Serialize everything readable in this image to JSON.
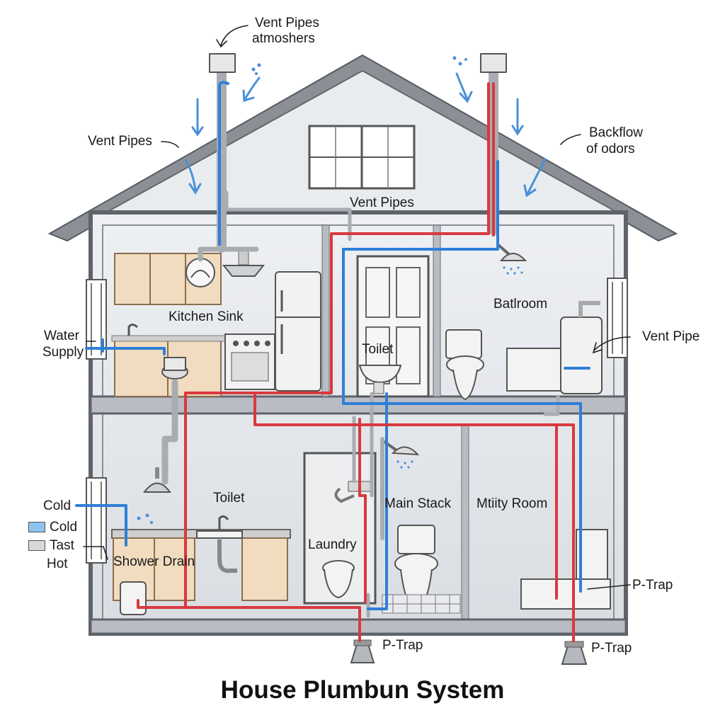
{
  "title": "House Plumbun System",
  "colors": {
    "cold_pipe": "#2f7fd6",
    "hot_pipe": "#d8393f",
    "vent_pipe": "#a9adb2",
    "house_outline": "#6b6f75",
    "wall_fill": "#e4e7eb",
    "cabinet": "#f1dcc0"
  },
  "labels": {
    "vent_pipes_top": "Vent Pipes",
    "atmosphere": "atmoshers",
    "vent_pipes_left": "Vent Pipes",
    "vent_pipes_center": "Vent Pipes",
    "backflow": "Backflow",
    "of_odors": "of odors",
    "kitchen_sink": "Kitchen Sink",
    "water": "Water",
    "supply": "Supply",
    "toilet_upper": "Toilet",
    "bathroom": "Batlroom",
    "vent_pipe_right": "Vent Pipe",
    "cold_top": "Cold",
    "toilet_lower": "Toilet",
    "main_stack": "Main Stack",
    "utility_room": "Mtiity Room",
    "laundry": "Laundry",
    "shower_drain": "Shower Drain",
    "p_trap_right_wall": "P-Trap",
    "p_trap_bottom_center": "P-Trap",
    "p_trap_bottom_right": "P-Trap"
  },
  "legend": {
    "items": [
      {
        "label": "Cold",
        "color": "#8ec3ef"
      },
      {
        "label": "Tast",
        "color": "#d9d9d9"
      }
    ],
    "hot": "Hot"
  }
}
